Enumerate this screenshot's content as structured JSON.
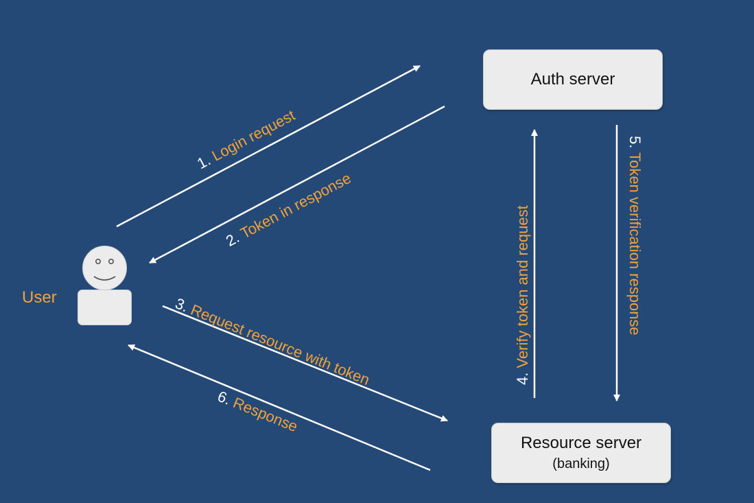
{
  "nodes": {
    "user": {
      "label": "User"
    },
    "auth_server": {
      "title": "Auth server"
    },
    "resource_server": {
      "title": "Resource server",
      "subtitle": "(banking)"
    }
  },
  "steps": [
    {
      "num": "1.",
      "text": "Login request"
    },
    {
      "num": "2.",
      "text": "Token in response"
    },
    {
      "num": "3.",
      "text": "Request resource with token"
    },
    {
      "num": "4.",
      "text": "Verify token and request"
    },
    {
      "num": "5.",
      "text": "Token verification response"
    },
    {
      "num": "6.",
      "text": "Response"
    }
  ],
  "colors": {
    "background": "#244977",
    "label_accent": "#f3a23a",
    "step_number": "#ffffff",
    "box_fill": "#ececec",
    "arrow": "#ffffff"
  }
}
